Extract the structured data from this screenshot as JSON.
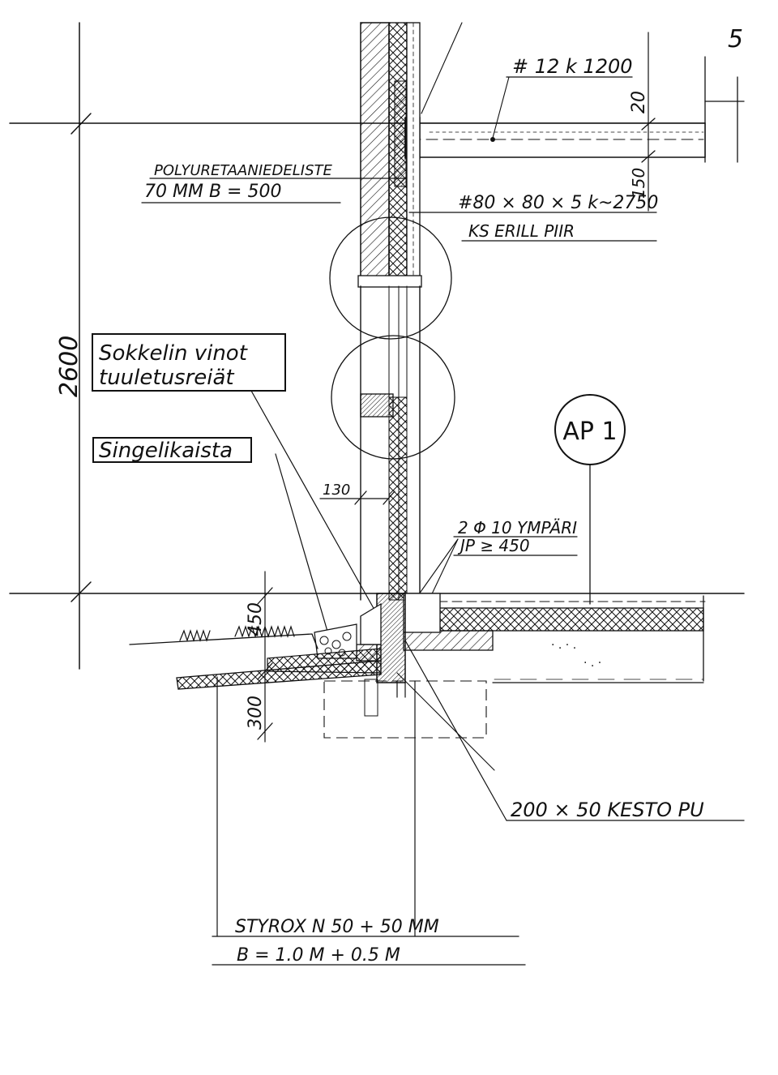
{
  "sheet": {
    "page_mark": "5",
    "labels": {
      "rebar_top": "# 12 k 1200",
      "polyurethane_line1": "POLYURETAANIEDELISTE",
      "polyurethane_line2": "70 MM   B = 500",
      "steel_tube_line1": "#80 × 80 × 5  k~2750",
      "steel_tube_line2": "KS  ERILL  PIIR",
      "ventilation_line1": "Sokkelin vinot",
      "ventilation_line2": "tuuletusreiät",
      "gravel_strip": "Singelikaista",
      "reinforcement_line1": "2 Φ 10 YMPÄRI",
      "reinforcement_line2": "JP ≥ 450",
      "timber": "200 × 50    KESTO PU",
      "styrox_line1": "STYROX  N   50 + 50  MM",
      "styrox_line2": "B = 1.0 M + 0.5 M",
      "detail_tag": "AP 1"
    },
    "dimensions": {
      "height_total": "2600",
      "slab_thickness": "20",
      "beam_depth": "150",
      "offset_130": "130",
      "plinth_height": "450",
      "footing_depth": "300"
    }
  }
}
